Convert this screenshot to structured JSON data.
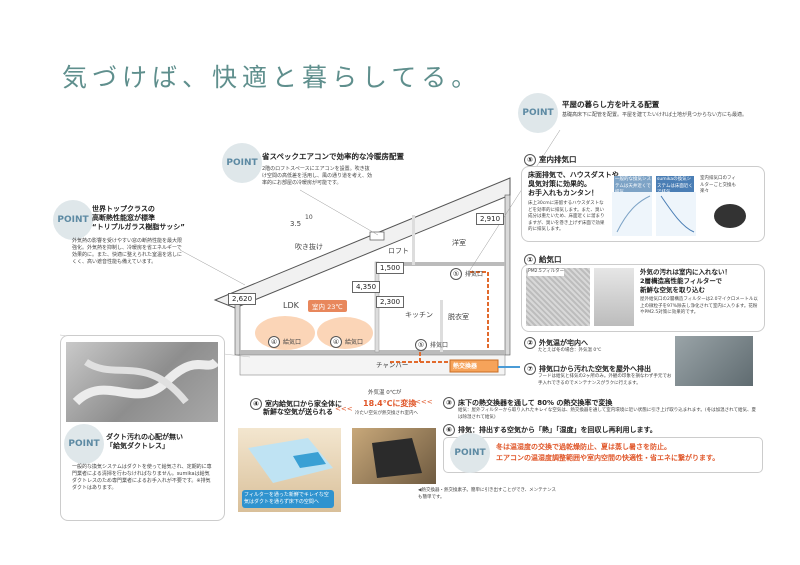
{
  "headline": "気づけば、快適と暮らしてる。",
  "points": {
    "label": "POINT",
    "layout": {
      "title": "平屋の暮らし方を叶える配置",
      "body": "基礎高床下に配管を配置。平屋を建てたいければ土地が見つからない方にも最適。"
    },
    "aircon": {
      "title": "省スペックエアコンで効率的な冷暖房配置",
      "body": "2階のロフトスペースにエアコンを設置。吹き抜け空間の高低差を活用し、風の通り道を考え、効率的にお部屋の冷暖房が可能です。"
    },
    "sash": {
      "title1": "世界トップクラスの",
      "title2": "高断熱性能窓が標準",
      "title3": "“トリプルガラス樹脂サッシ”",
      "body": "外気熱の影響を受けやすい窓の断熱性能を最大限強化。外気熱を抑制し、冷暖房を省エネルギーで効果的に。また、快適に整えられた室温を逃しにくく、高い遮音性能も備えています。"
    },
    "duct": {
      "title1": "ダクト汚れの心配が無い",
      "title2": "「給気ダクトレス」",
      "body": "一般的な換気システムはダクトを使って給気され、定期的に専門業者による清掃を行わなければなりません。sumikaは給気ダクトレスのため専門業者によるお手入れが不要です。※排気ダクトはあります。"
    },
    "exchange": {
      "line1": "冬は温湿度の交換で過乾燥防止、夏は蒸し暑さを防止。",
      "line2": "エアコンの温湿度調整範囲や室内空間の快適性・省エネに繋がります。"
    }
  },
  "house": {
    "roof_slope": "3.5",
    "roof_slope_base": "10",
    "dims": [
      "2,910",
      "1,500",
      "4,350",
      "2,300",
      "2,620"
    ],
    "rooms": {
      "fukinuke": "吹き抜け",
      "loft": "ロフト",
      "yoshitsu": "洋室",
      "ldk": "LDK",
      "room_temp": "室内 23℃",
      "kitchen": "キッチン",
      "datsuijo": "脱衣室",
      "chamber": "チャンバー",
      "exchanger": "熱交換器"
    },
    "labels": {
      "haiki": "排気口",
      "kyuki": "給気口"
    },
    "nums": {
      "n1": "①",
      "n2": "②",
      "n3": "③",
      "n4": "④",
      "n5": "⑤",
      "n6": "⑥",
      "n7": "⑦"
    }
  },
  "captions": {
    "c5_title": "室内排気口",
    "c5_body1": "床面排気で、ハウスダストや",
    "c5_body2": "臭気対策に効果的。",
    "c5_body3": "お手入れもカンタン！",
    "c5_body4": "床上30cmに滞留するハウスダストなどを効率的に排気します。また、臭い成分は重たいため、床面近くに溜まりますが、臭いを巻き上げず床面で効果的に排気します。",
    "c5_fig1": "一般的な換気システムは天井近くで排気",
    "c5_fig2": "sumikaの換気システムは床面近くで排気",
    "c5_fig3": "室内排気口のフィルターごと交換も楽々",
    "c1_title": "給気口",
    "c1_pm": "PM2.5フィルター",
    "c1_head1": "外気の汚れは室内に入れない！",
    "c1_head2": "2層構造高性能フィルターで",
    "c1_head3": "新鮮な空気を取り込む",
    "c1_body": "屋外給気口の2層構造フィルターは2.0マイクロメートル以上の微粒子を97%除去し浄化されて室内に入ります。花粉やPM2.5対策に効果的です。",
    "c2_title": "外気温が宅内へ",
    "c2_body": "たとえば冬の場合：外気温 0℃",
    "c7_title": "排気口から汚れた空気を屋外へ排出",
    "c7_body": "フードは給気と排気の2ヶ所のみ。外観の印象を損なわず手元でお手入れできるのでメンテナンスがラクに行えます。",
    "c3_title": "床下の熱交換器を通して 80% の熱交換率で変換",
    "c3_body": "給気：屋外フィルターから取り入れたキレイな空気は、熱交換器を通して室内環境に近い状態に引き上げ取り込まれます。(冬は加温されて給気、夏は除湿されて給気)",
    "c6_title": "排気：排出する空気から「熱」「湿度」を回収し再利用します。",
    "c4_title1": "室内給気口から家全体に",
    "c4_title2": "新鮮な空気が送られる",
    "temp_before": "外気温 0℃が",
    "temp_after": "18.4℃に変換",
    "arrows": "<<<",
    "temp_note": "冷たい空気が熱交換され室内へ",
    "filter_caption": "フィルターを通った新鮮でキレイな空気はダクトを通らず床下の空間へ",
    "maint": "◀熱交換器・熱交換素子。簡単に引き出すことができ、メンテナンスも簡単です。"
  }
}
